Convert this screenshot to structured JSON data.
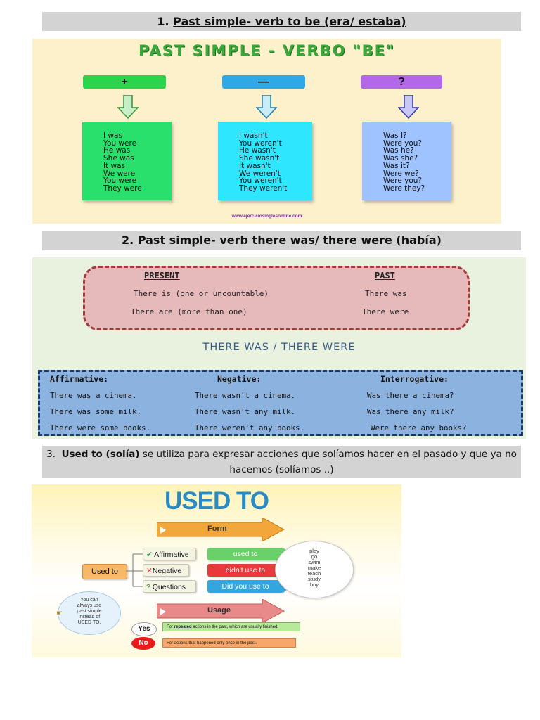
{
  "section1": {
    "heading_number": "1.",
    "heading_text": "Past simple- verb to be (era/ estaba)",
    "image": {
      "title": "PAST SIMPLE - VERBO \"BE\"",
      "plus_sign": "+",
      "minus_sign": "—",
      "question_sign": "?",
      "affirmative": [
        "I was",
        "You were",
        "He was",
        "She was",
        "It was",
        "We were",
        "You were",
        "They were"
      ],
      "negative": [
        "I wasn't",
        "You weren't",
        "He wasn't",
        "She wasn't",
        "It wasn't",
        "We weren't",
        "You weren't",
        "They weren't"
      ],
      "interrogative": [
        "Was I?",
        "Were you?",
        "Was he?",
        "Was she?",
        "Was it?",
        "Were we?",
        "Were you?",
        "Were they?"
      ],
      "url": "www.ejerciciosinglesonline.com"
    },
    "colors": {
      "plus": "#2bd44a",
      "minus": "#2fa8e8",
      "question": "#b368ea",
      "note_green": "#29e06d",
      "note_blue": "#2fe6ff",
      "note_purple": "#9ec3ff"
    }
  },
  "section2": {
    "heading_number": "2.",
    "heading_text": "Past simple- verb there was/ there were (había)",
    "image": {
      "present_header": "PRESENT",
      "past_header": "PAST",
      "present_1": "There is (one or uncountable)",
      "present_2": "There are (more than one)",
      "past_1": "There was",
      "past_2": "There were",
      "title": "THERE WAS / THERE WERE",
      "affirmative_header": "Affirmative:",
      "negative_header": "Negative:",
      "interrogative_header": "Interrogative:",
      "affirmative": [
        "There was a cinema.",
        "There was some milk.",
        "There were some books."
      ],
      "negative": [
        "There wasn't a cinema.",
        "There wasn't any milk.",
        "There weren't any books."
      ],
      "interrogative": [
        "Was there a cinema?",
        "Was there any milk?",
        "Were there any books?"
      ]
    }
  },
  "section3": {
    "heading_number": "3.",
    "heading_bold": "Used to (solía)",
    "heading_rest": " se utiliza para expresar acciones que solíamos hacer en el pasado y que ya no hacemos (solíamos ..)",
    "image": {
      "title": "USED TO",
      "form_label": "Form",
      "used_to_label": "Used to",
      "affirmative": "Affirmative",
      "negative": "Negative",
      "questions": "Questions",
      "form_affirmative": "used to",
      "form_negative": "didn't use to",
      "form_question": "Did you use to",
      "verbs": [
        "play",
        "go",
        "swim",
        "make",
        "teach",
        "study",
        "buy"
      ],
      "tip": [
        "You can",
        "always use",
        "past simple",
        "instead of",
        "USED TO."
      ],
      "usage_label": "Usage",
      "yes": "Yes",
      "no": "No",
      "yes_text_bold": "repeated",
      "yes_text_pre": "For ",
      "yes_text_post": " actions in the past, which are usually finished.",
      "no_text": "For actions that happened only once in the past."
    }
  }
}
